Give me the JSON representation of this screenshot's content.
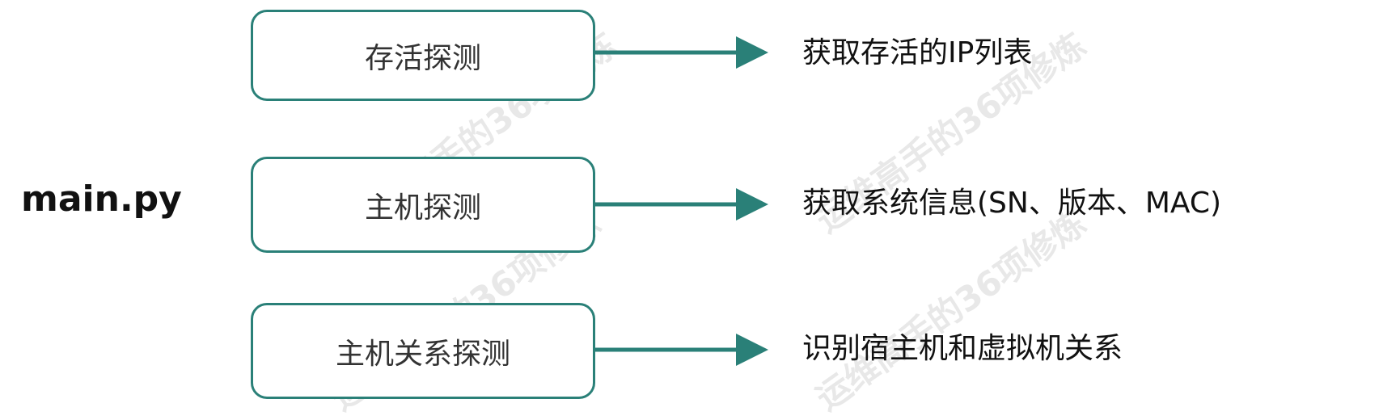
{
  "root": {
    "label": "main.py"
  },
  "modules": [
    {
      "label": "存活探测",
      "result": "获取存活的IP列表"
    },
    {
      "label": "主机探测",
      "result": "获取系统信息(SN、版本、MAC)"
    },
    {
      "label": "主机关系探测",
      "result": "识别宿主机和虚拟机关系"
    }
  ],
  "watermark": {
    "text": "运维高手的36项修炼"
  },
  "colors": {
    "box_border": "#2a8078",
    "arrow": "#2a8078",
    "text": "#111111",
    "box_text": "#333333"
  }
}
